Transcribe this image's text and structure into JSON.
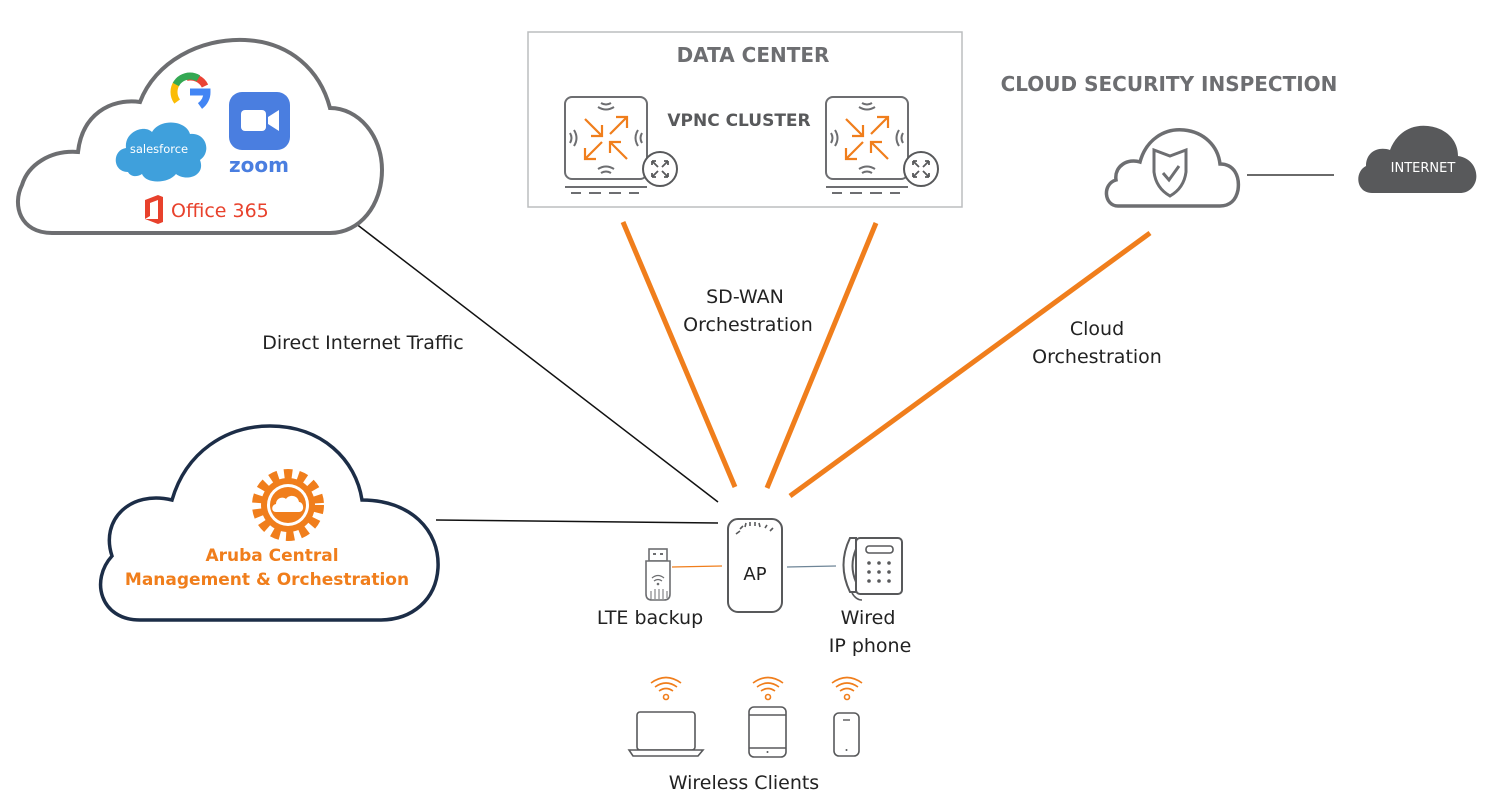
{
  "diagram": {
    "colors": {
      "orange": "#f07e1c",
      "gray": "#6d6e71",
      "navy": "#1c2d47",
      "dark_text": "#222222",
      "office_red": "#e8412c",
      "salesforce_blue": "#3fa0dc",
      "zoom_blue": "#4a7ee0",
      "internet_fill": "#58595b"
    },
    "saas_cloud": {
      "apps": {
        "google": "G",
        "salesforce": "salesforce",
        "zoom": "zoom",
        "office365": "Office 365"
      }
    },
    "data_center": {
      "title": "DATA CENTER",
      "cluster_label": "VPNC CLUSTER",
      "nodes": [
        "vpnc-1",
        "vpnc-2"
      ]
    },
    "cloud_security": {
      "title": "CLOUD SECURITY INSPECTION",
      "internet_label": "INTERNET"
    },
    "aruba_central": {
      "line1": "Aruba Central",
      "line2": "Management & Orchestration"
    },
    "links": {
      "direct_internet": "Direct Internet Traffic",
      "sdwan_line1": "SD-WAN",
      "sdwan_line2": "Orchestration",
      "cloud_orch_line1": "Cloud",
      "cloud_orch_line2": "Orchestration"
    },
    "branch": {
      "ap_label": "AP",
      "lte_label": "LTE backup",
      "phone_line1": "Wired",
      "phone_line2": "IP phone",
      "clients_label": "Wireless Clients",
      "clients": [
        "laptop",
        "tablet",
        "smartphone"
      ]
    }
  }
}
